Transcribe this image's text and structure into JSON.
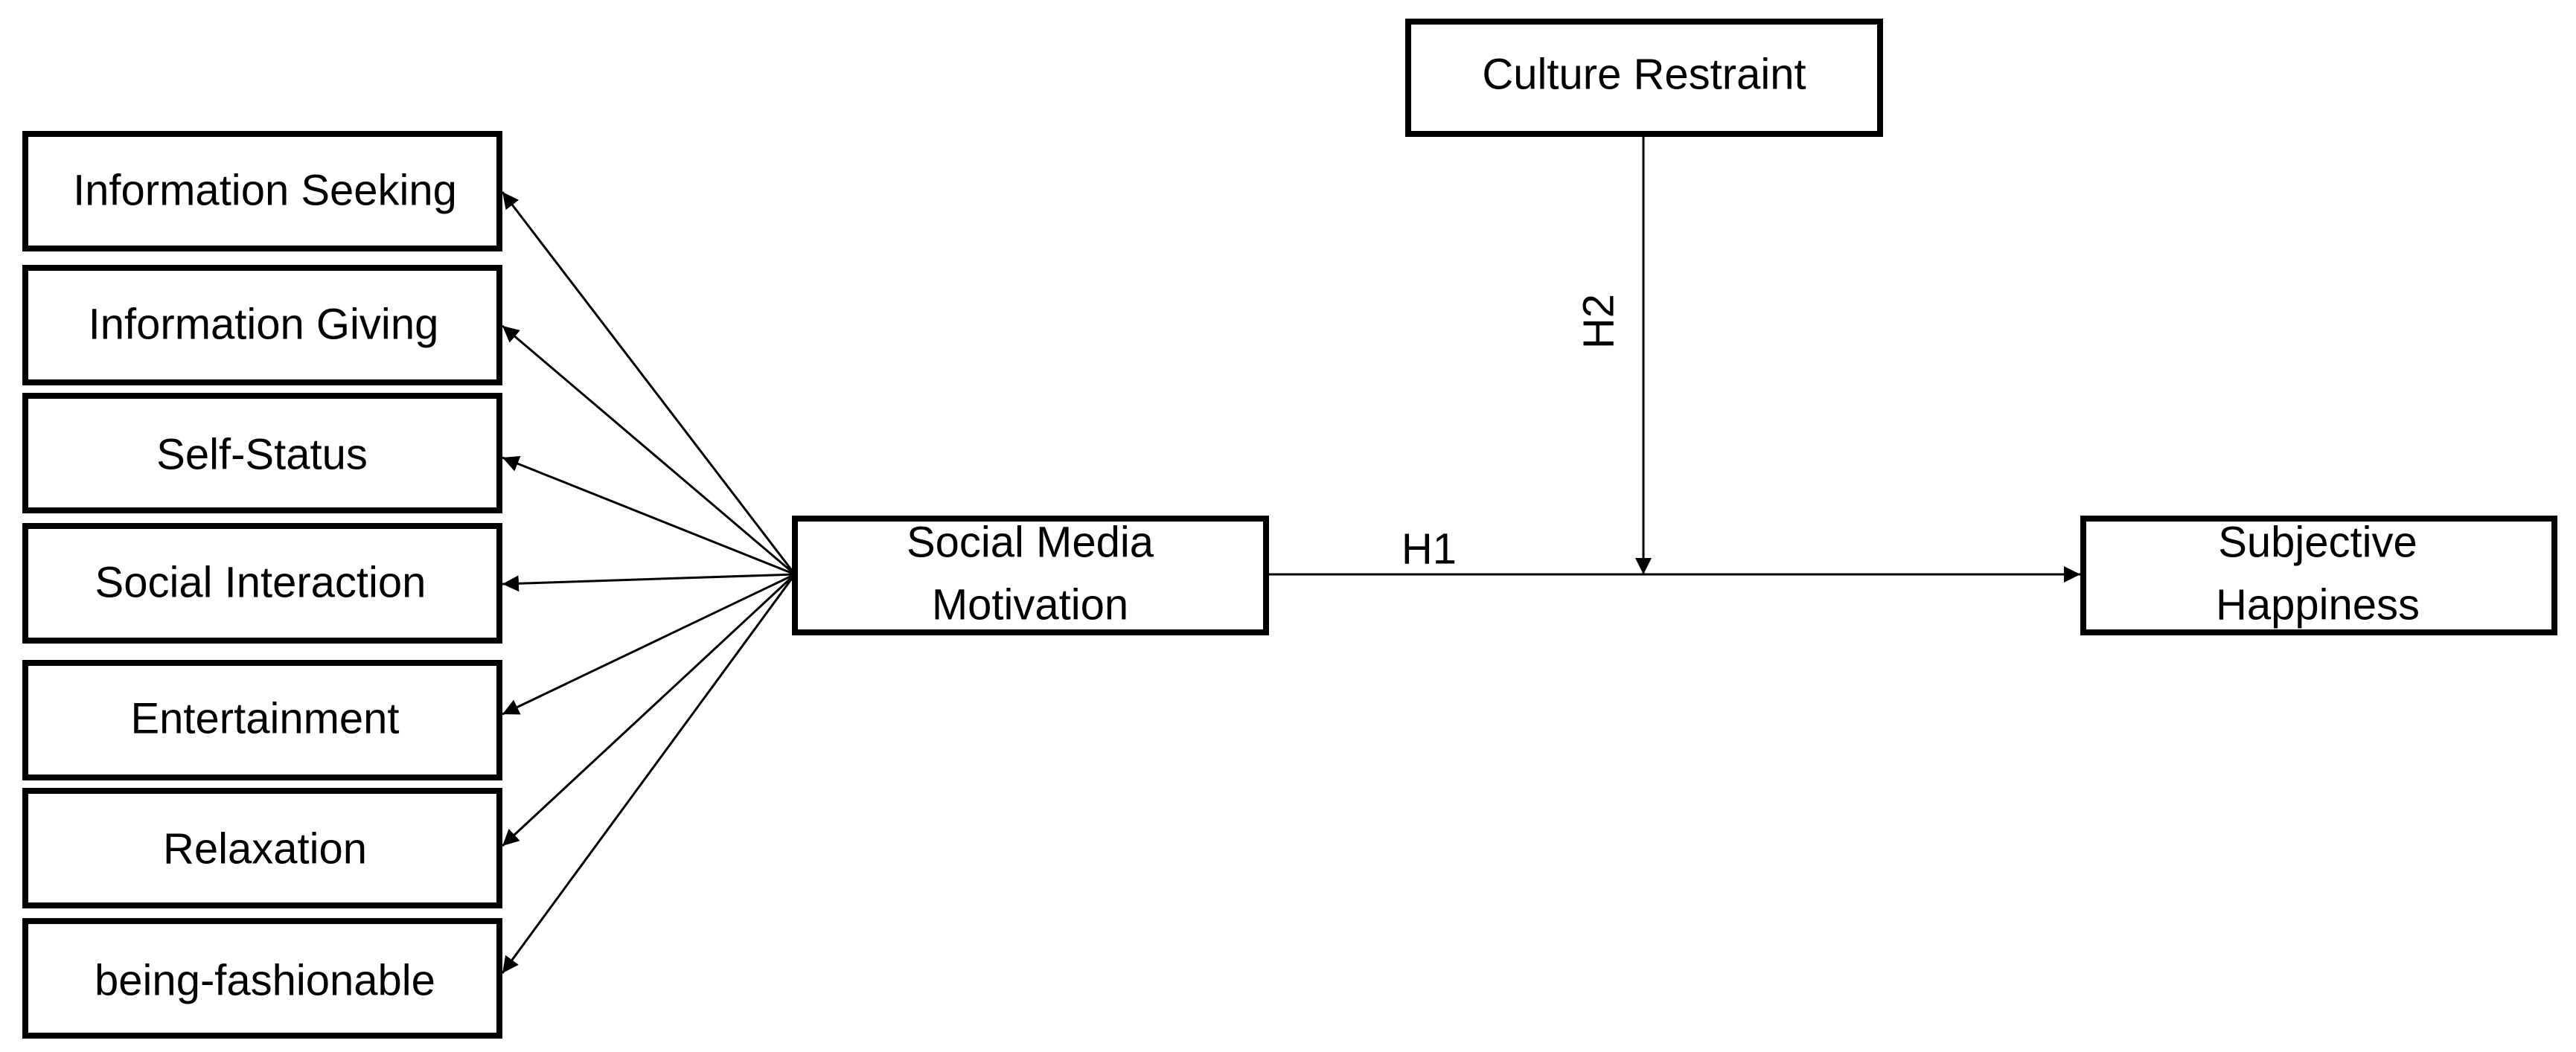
{
  "diagram": {
    "motivations": [
      {
        "label": "Information Seeking"
      },
      {
        "label": "Information Giving"
      },
      {
        "label": "Self-Status"
      },
      {
        "label": "Social Interaction"
      },
      {
        "label": "Entertainment"
      },
      {
        "label": "Relaxation"
      },
      {
        "label": "being-fashionable"
      }
    ],
    "central": {
      "line1": "Social Media",
      "line2": "Motivation"
    },
    "moderator": {
      "label": "Culture Restraint"
    },
    "outcome": {
      "line1": "Subjective",
      "line2": "Happiness"
    },
    "hypotheses": {
      "h1": "H1",
      "h2": "H2"
    }
  }
}
